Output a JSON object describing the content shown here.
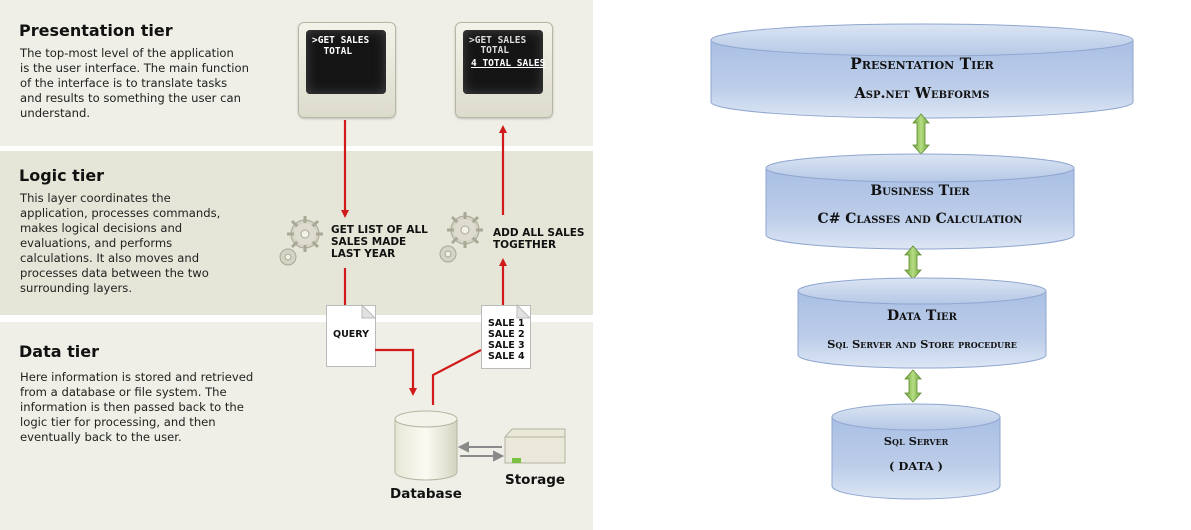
{
  "left": {
    "presentation": {
      "title": "Presentation tier",
      "desc": "The top-most level of the application\nis the user interface. The main function\nof the interface is to translate tasks\nand results to something the user can\nunderstand.",
      "screen1_line1": ">GET SALES",
      "screen1_line2": "  TOTAL",
      "screen2_line1": ">GET SALES",
      "screen2_line2": "  TOTAL",
      "screen2_line3": "4 TOTAL SALES"
    },
    "logic": {
      "title": "Logic tier",
      "desc": "This layer coordinates the\napplication, processes commands,\nmakes logical decisions and\nevaluations, and performs\ncalculations.  It also moves and\nprocesses data between the two\nsurrounding layers.",
      "left_label": "GET LIST OF ALL\nSALES MADE\nLAST YEAR",
      "right_label": "ADD ALL SALES\nTOGETHER"
    },
    "data": {
      "title": "Data tier",
      "desc": "Here information is stored and retrieved\nfrom a database or file system.  The\ninformation is then passed back to the\nlogic tier for processing, and then\neventually back to the user.",
      "query_label": "QUERY",
      "sales": [
        "SALE 1",
        "SALE 2",
        "SALE 3",
        "SALE 4"
      ],
      "database_label": "Database",
      "storage_label": "Storage"
    }
  },
  "right": {
    "tiers": [
      {
        "name": "Presentation Tier",
        "sub": "Asp.net Webforms"
      },
      {
        "name": "Business Tier",
        "sub": "C# Classes and Calculation"
      },
      {
        "name": "Data Tier",
        "sub": "Sql Server and Store procedure"
      },
      {
        "name": "Sql Server",
        "sub": "( DATA )"
      }
    ]
  },
  "colors": {
    "arrow_red": "#d11a1a",
    "cylinder_top": "#c3d2ea",
    "cylinder_body": "#a6bde4",
    "connector_green": "#8cbf4a"
  }
}
